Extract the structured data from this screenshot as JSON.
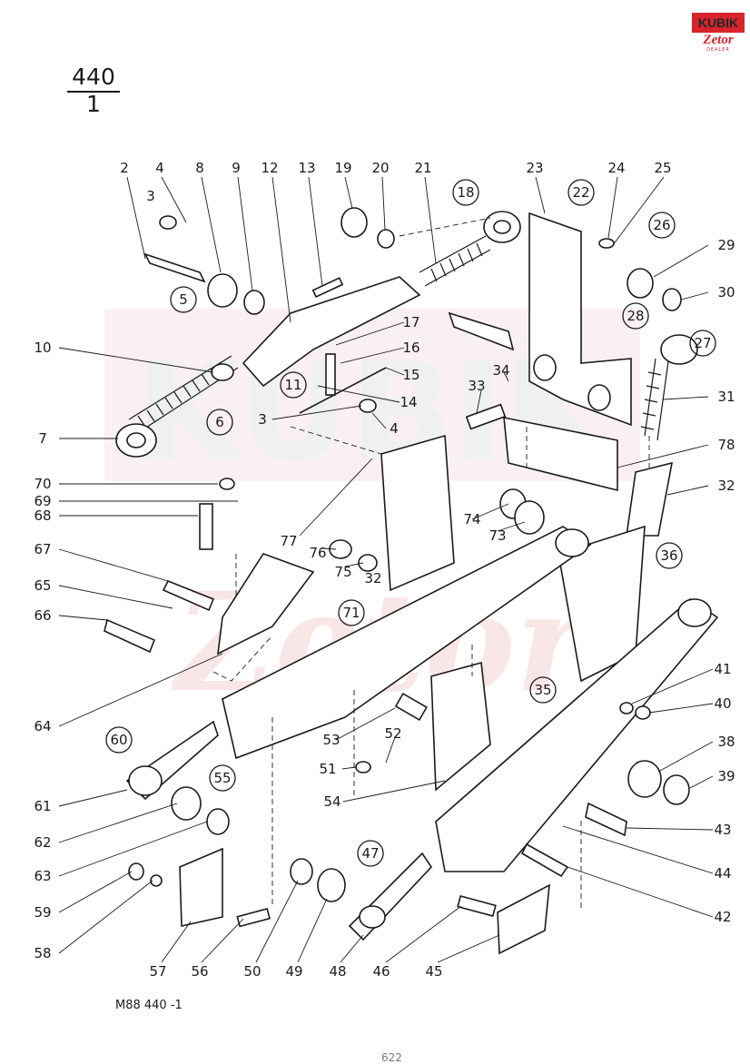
{
  "header": {
    "group_number": "440",
    "sheet_number": "1"
  },
  "logo": {
    "brand": "KUBIK",
    "sub": "Zetor",
    "tag": "DEALER"
  },
  "footer": {
    "drawing_code": "M88  440 -1",
    "page_number": "622"
  },
  "colors": {
    "ink": "#1a1a1a",
    "logo_red": "#d9232d",
    "watermark": "#f4d7d9"
  },
  "watermark": {
    "brand": "KUBIK",
    "sub": "Zetor"
  },
  "labels": [
    "2",
    "4",
    "8",
    "9",
    "12",
    "13",
    "19",
    "20",
    "21",
    "23",
    "24",
    "25",
    "3",
    "29",
    "30",
    "17",
    "16",
    "15",
    "14",
    "10",
    "7",
    "3",
    "4",
    "33",
    "34",
    "31",
    "78",
    "32",
    "70",
    "69",
    "68",
    "67",
    "65",
    "66",
    "77",
    "76",
    "75",
    "32",
    "74",
    "73",
    "64",
    "53",
    "52",
    "51",
    "54",
    "41",
    "40",
    "38",
    "39",
    "61",
    "62",
    "63",
    "43",
    "44",
    "42",
    "59",
    "58",
    "57",
    "56",
    "50",
    "49",
    "48",
    "46",
    "45"
  ],
  "circled_labels": [
    "18",
    "22",
    "26",
    "5",
    "28",
    "27",
    "11",
    "6",
    "36",
    "71",
    "60",
    "35",
    "55",
    "47"
  ]
}
